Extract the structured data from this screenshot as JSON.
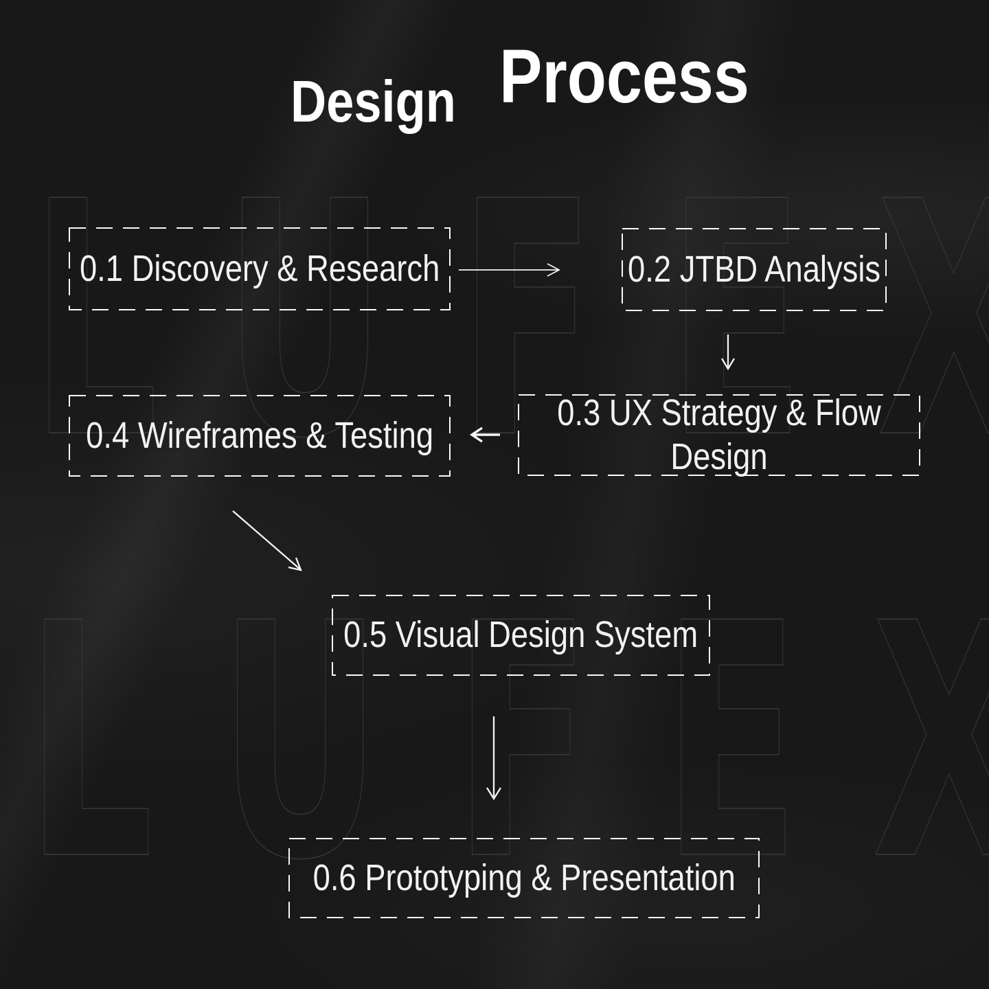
{
  "title": {
    "part1": "Design",
    "part2": "Process"
  },
  "watermark": {
    "text": "LUFEX"
  },
  "steps": [
    {
      "num": "0.1",
      "label": "0.1 Discovery & Research"
    },
    {
      "num": "0.2",
      "label": "0.2 JTBD Analysis"
    },
    {
      "num": "0.3",
      "label": "0.3 UX Strategy & Flow Design"
    },
    {
      "num": "0.4",
      "label": "0.4 Wireframes & Testing"
    },
    {
      "num": "0.5",
      "label": "0.5 Visual Design System"
    },
    {
      "num": "0.6",
      "label": "0.6 Prototyping & Presentation"
    }
  ],
  "connections": [
    {
      "from": "0.1",
      "to": "0.2",
      "direction": "right"
    },
    {
      "from": "0.2",
      "to": "0.3",
      "direction": "down"
    },
    {
      "from": "0.3",
      "to": "0.4",
      "direction": "left"
    },
    {
      "from": "0.4",
      "to": "0.5",
      "direction": "down-right"
    },
    {
      "from": "0.5",
      "to": "0.6",
      "direction": "down"
    }
  ],
  "colors": {
    "background": "#181818",
    "box_border": "#fafafa",
    "step_text": "#f2f2f2",
    "title_text": "#ffffff",
    "watermark_stroke": "#3a3a3c",
    "arrow": "#f5f5f5"
  }
}
